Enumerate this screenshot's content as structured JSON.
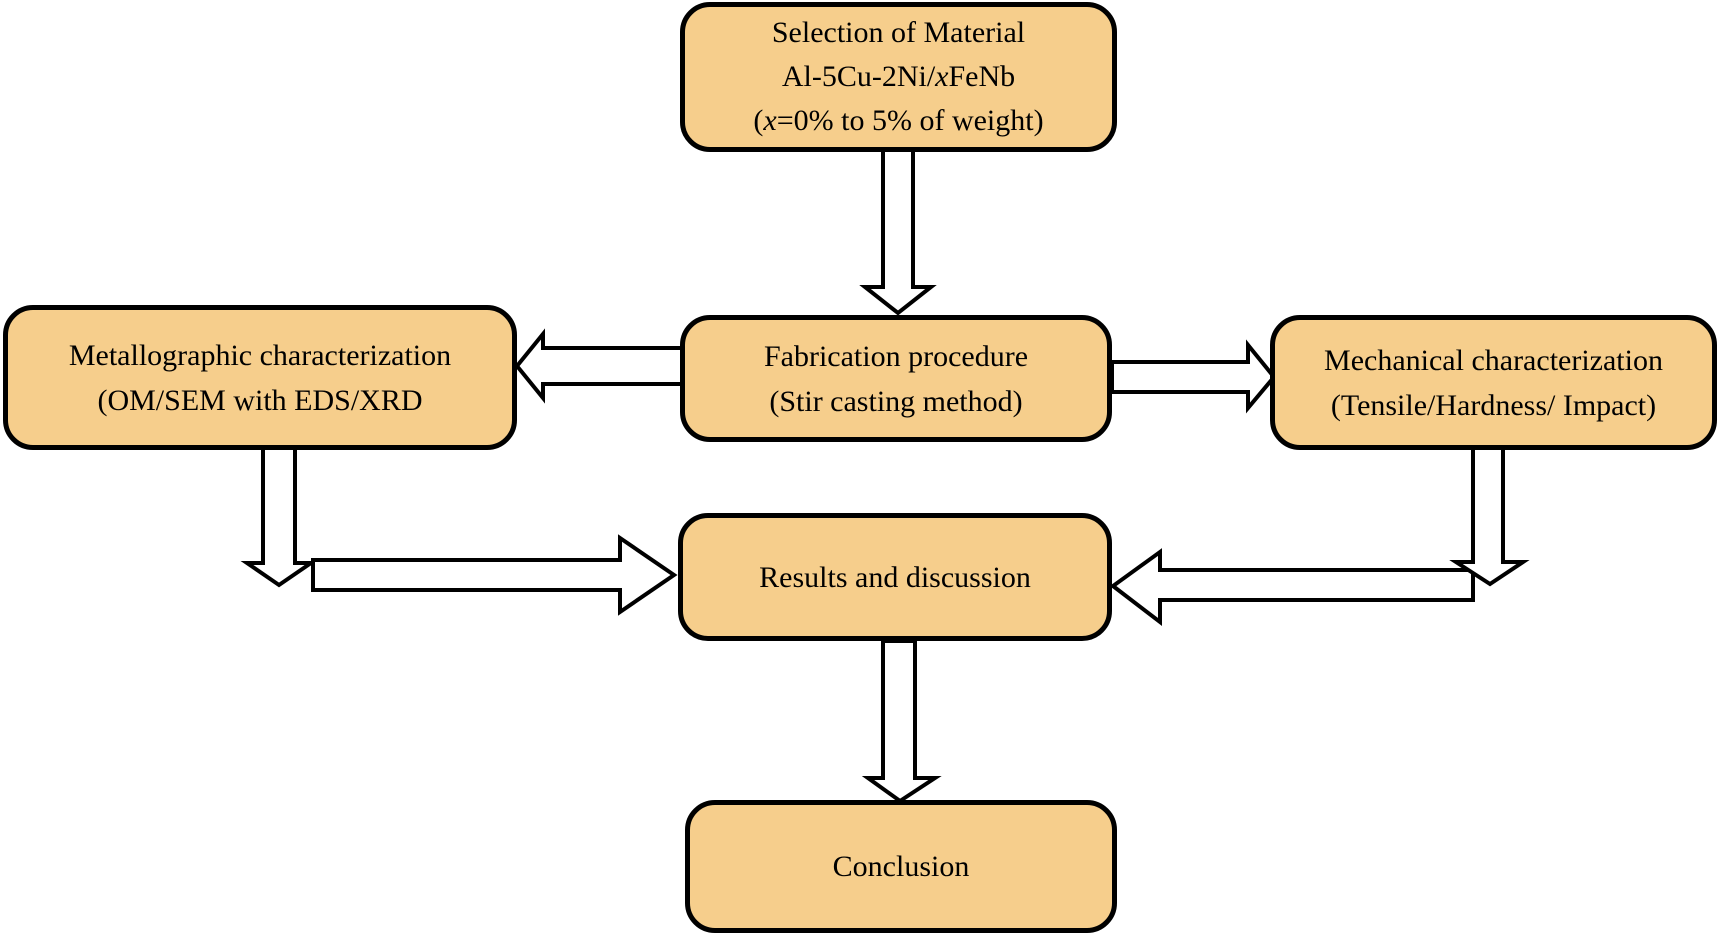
{
  "colors": {
    "background": "#FFFFFF",
    "box_fill": "#F6CE8C",
    "box_border": "#000000",
    "arrow_fill": "#FFFFFF",
    "arrow_stroke": "#000000",
    "text": "#000000"
  },
  "nodes": {
    "selection": {
      "line1": "Selection of Material",
      "line2_pre": "Al-5Cu-2Ni/",
      "line2_italic": "x",
      "line2_post": "FeNb",
      "line3_pre": "(",
      "line3_italic": "x",
      "line3_post": "=0% to 5% of weight)"
    },
    "metallographic": {
      "line1": "Metallographic characterization",
      "line2": "(OM/SEM with EDS/XRD"
    },
    "fabrication": {
      "line1": "Fabrication procedure",
      "line2": "(Stir casting method)"
    },
    "mechanical": {
      "line1": "Mechanical characterization",
      "line2": "(Tensile/Hardness/ Impact)"
    },
    "results": {
      "line1": "Results and discussion"
    },
    "conclusion": {
      "line1": "Conclusion"
    }
  },
  "edges": [
    {
      "from": "selection",
      "to": "fabrication",
      "direction": "down"
    },
    {
      "from": "fabrication",
      "to": "metallographic",
      "direction": "left"
    },
    {
      "from": "fabrication",
      "to": "mechanical",
      "direction": "right"
    },
    {
      "from": "metallographic",
      "to": "results",
      "direction": "down-then-right"
    },
    {
      "from": "mechanical",
      "to": "results",
      "direction": "down-then-left"
    },
    {
      "from": "results",
      "to": "conclusion",
      "direction": "down"
    }
  ]
}
